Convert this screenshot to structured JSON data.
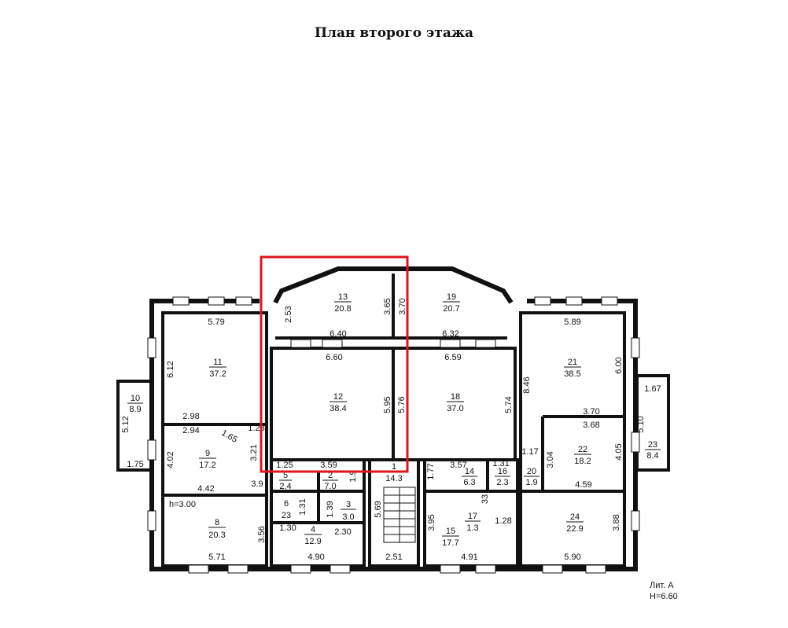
{
  "title": "План второго этажа",
  "highlight_color": "#e0141e",
  "rooms": [
    {
      "id": "13",
      "area": "20.8"
    },
    {
      "id": "19",
      "area": "20.7"
    },
    {
      "id": "11",
      "area": "37.2"
    },
    {
      "id": "12",
      "area": "38.4"
    },
    {
      "id": "18",
      "area": "37.0"
    },
    {
      "id": "21",
      "area": "38.5"
    },
    {
      "id": "10",
      "area": "8.9"
    },
    {
      "id": "9",
      "area": "17.2"
    },
    {
      "id": "22",
      "area": "18.2"
    },
    {
      "id": "23",
      "area": "8.4"
    },
    {
      "id": "5",
      "area": "2.4"
    },
    {
      "id": "2",
      "area": "7.0"
    },
    {
      "id": "1",
      "area": "14.3"
    },
    {
      "id": "14",
      "area": "6.3"
    },
    {
      "id": "16",
      "area": "2.3"
    },
    {
      "id": "20",
      "area": "1.9"
    },
    {
      "id": "3",
      "area": "3.0"
    },
    {
      "id": "6",
      "area": "23"
    },
    {
      "id": "8",
      "area": "20.3"
    },
    {
      "id": "4",
      "area": "12.9"
    },
    {
      "id": "17",
      "area": "1.3"
    },
    {
      "id": "15",
      "area": "17.7"
    },
    {
      "id": "24",
      "area": "22.9"
    }
  ],
  "dimensions": [
    "5.79",
    "6.12",
    "2.53",
    "3.65",
    "3.70",
    "6.40",
    "6.32",
    "6.60",
    "6.59",
    "5.89",
    "8.46",
    "6.00",
    "1.67",
    "5.12",
    "1.75",
    "2.98",
    "2.94",
    "1.65",
    "1.23",
    "5.95",
    "5.76",
    "5.74",
    "3.70",
    "3.68",
    "5.10",
    "4.02",
    "3.21",
    "4.42",
    "1.25",
    "3.59",
    "3.57",
    "1.31",
    "1.17",
    "3.04",
    "4.05",
    "3.9",
    "1.9",
    "1.77",
    "4.59",
    "h=3.00",
    "1.31",
    "1.39",
    "5.69",
    "33",
    "1.28",
    "3.56",
    "1.30",
    "2.30",
    "3.95",
    "3.88",
    "5.71",
    "4.90",
    "2.51",
    "4.91",
    "5.90"
  ],
  "lit": "Лит. А",
  "height": "H=6.60"
}
